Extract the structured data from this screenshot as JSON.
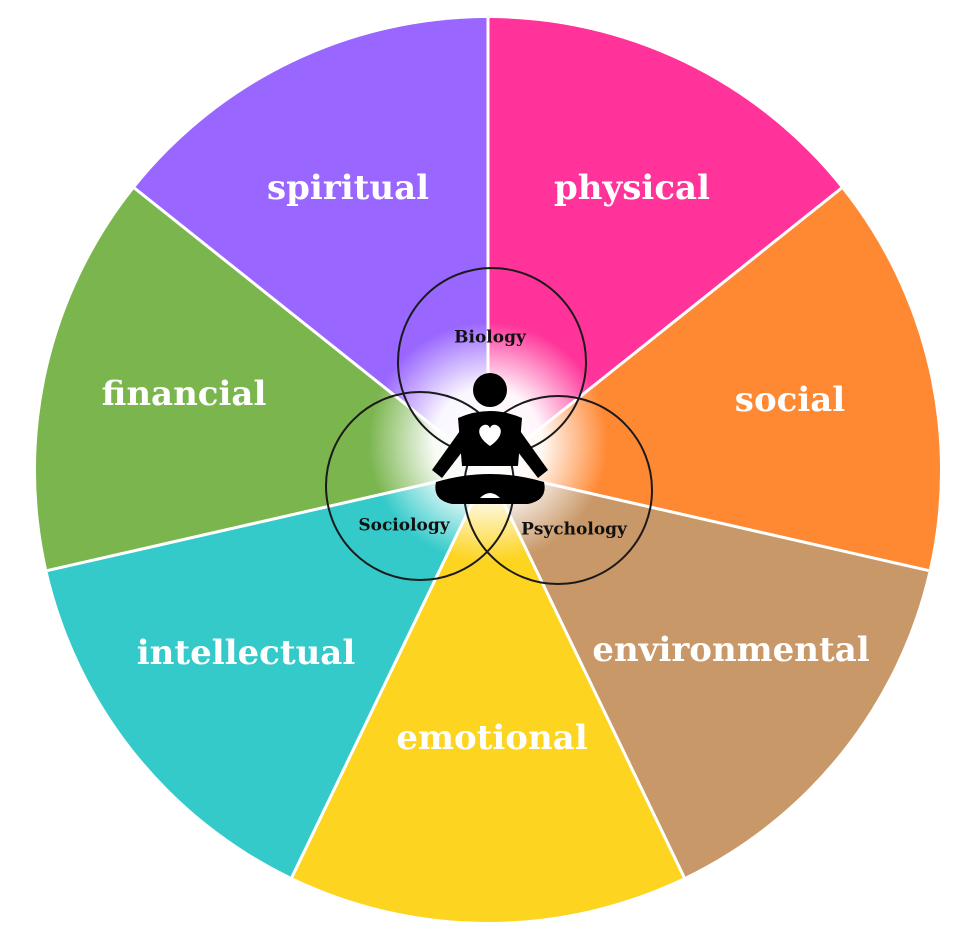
{
  "segments": [
    {
      "label": "physical",
      "color": "#FF3399"
    },
    {
      "label": "social",
      "color": "#FF8833"
    },
    {
      "label": "environmental",
      "color": "#C99868"
    },
    {
      "label": "emotional",
      "color": "#FDD420"
    },
    {
      "label": "intellectual",
      "color": "#35CACA"
    },
    {
      "label": "financial",
      "color": "#7AB54E"
    },
    {
      "label": "spiritual",
      "color": "#9966FF"
    }
  ],
  "rings": {
    "top": "Biology",
    "left": "Sociology",
    "right": "Psychology"
  },
  "center_icon": "meditation-person-heart-icon"
}
